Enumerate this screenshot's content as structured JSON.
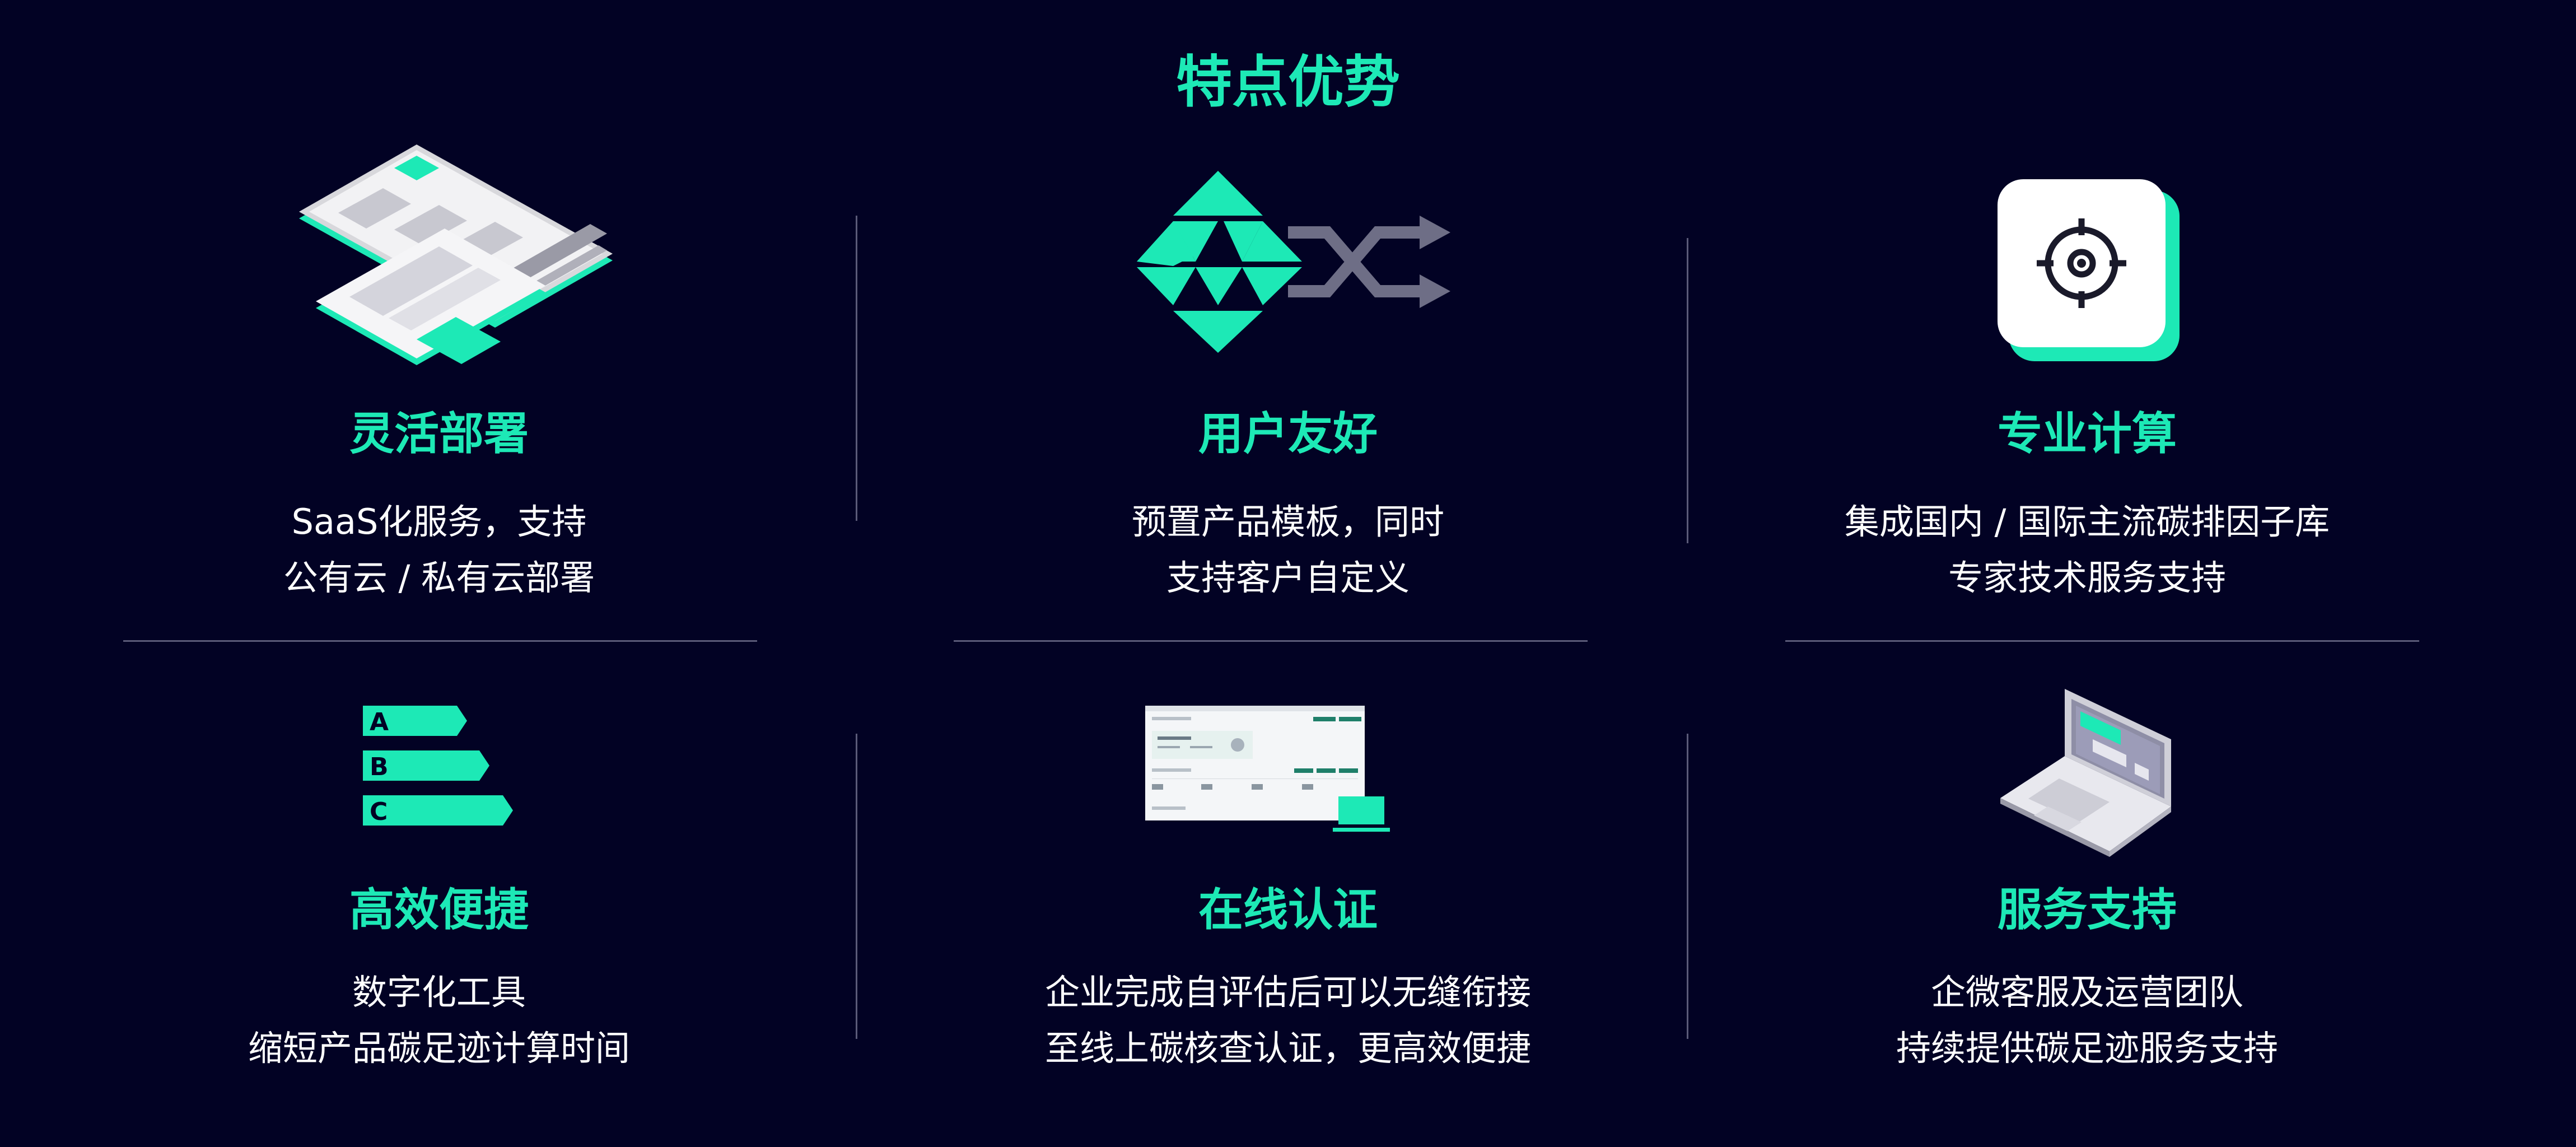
{
  "colors": {
    "background": "#020224",
    "accent": "#1de9b6",
    "text": "#ffffff",
    "divider": "#5a5a78"
  },
  "title": "特点优势",
  "features": [
    {
      "icon": "deployment-screens-icon",
      "title": "灵活部署",
      "lines": [
        "SaaS化服务，支持",
        "公有云 / 私有云部署"
      ]
    },
    {
      "icon": "shuffle-triangles-icon",
      "title": "用户友好",
      "lines": [
        "预置产品模板，同时",
        "支持客户自定义"
      ]
    },
    {
      "icon": "target-icon",
      "title": "专业计算",
      "lines": [
        "集成国内 / 国际主流碳排因子库",
        "专家技术服务支持"
      ]
    },
    {
      "icon": "rating-bars-icon",
      "title": "高效便捷",
      "badges": [
        "A",
        "B",
        "C"
      ],
      "lines": [
        "数字化工具",
        "缩短产品碳足迹计算时间"
      ]
    },
    {
      "icon": "online-certification-icon",
      "title": "在线认证",
      "lines": [
        "企业完成自评估后可以无缝衔接",
        "至线上碳核查认证，更高效便捷"
      ]
    },
    {
      "icon": "laptop-support-icon",
      "title": "服务支持",
      "lines": [
        "企微客服及运营团队",
        "持续提供碳足迹服务支持"
      ]
    }
  ]
}
